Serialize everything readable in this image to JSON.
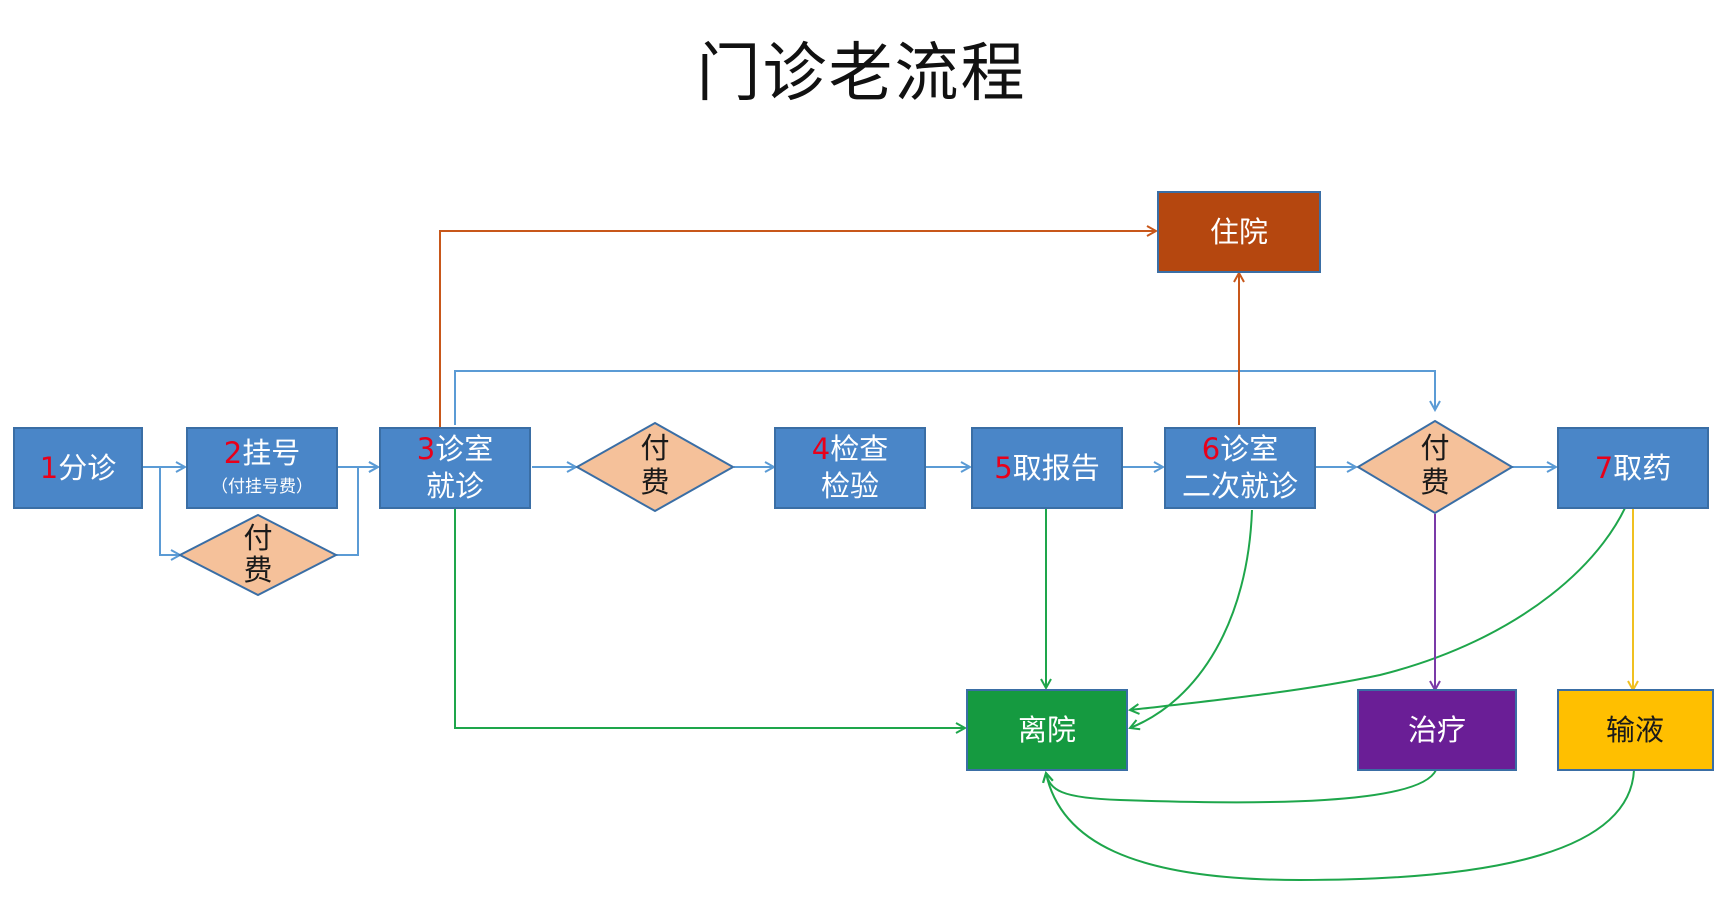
{
  "title": "门诊老流程",
  "colors": {
    "process": "#4a86c8",
    "decision": "#f5c19a",
    "hospitalize": "#b5470f",
    "leave": "#159a40",
    "treatment": "#6a1e96",
    "infusion": "#ffbf00",
    "flow_blue": "#5b9bd5",
    "flow_orange": "#c8571a",
    "flow_green": "#1ea64b",
    "flow_purple": "#7a3aa8",
    "flow_yellow": "#f0c020",
    "step_number": "#e8001a"
  },
  "nodes": {
    "triage": {
      "num": "1",
      "label": "分诊"
    },
    "register": {
      "num": "2",
      "label": "挂号",
      "sub": "（付挂号费）"
    },
    "pay1": {
      "line1": "付",
      "line2": "费"
    },
    "consult": {
      "num": "3",
      "line1": "诊室",
      "line2": "就诊"
    },
    "pay2": {
      "line1": "付",
      "line2": "费"
    },
    "exam": {
      "num": "4",
      "line1": "检查",
      "line2": "检验"
    },
    "report": {
      "num": "5",
      "label": "取报告"
    },
    "revisit": {
      "num": "6",
      "line1": "诊室",
      "line2": "二次就诊"
    },
    "pay3": {
      "line1": "付",
      "line2": "费"
    },
    "medicine": {
      "num": "7",
      "label": "取药"
    },
    "hospitalize": {
      "label": "住院"
    },
    "leave": {
      "label": "离院"
    },
    "treatment": {
      "label": "治疗"
    },
    "infusion": {
      "label": "输液"
    }
  }
}
